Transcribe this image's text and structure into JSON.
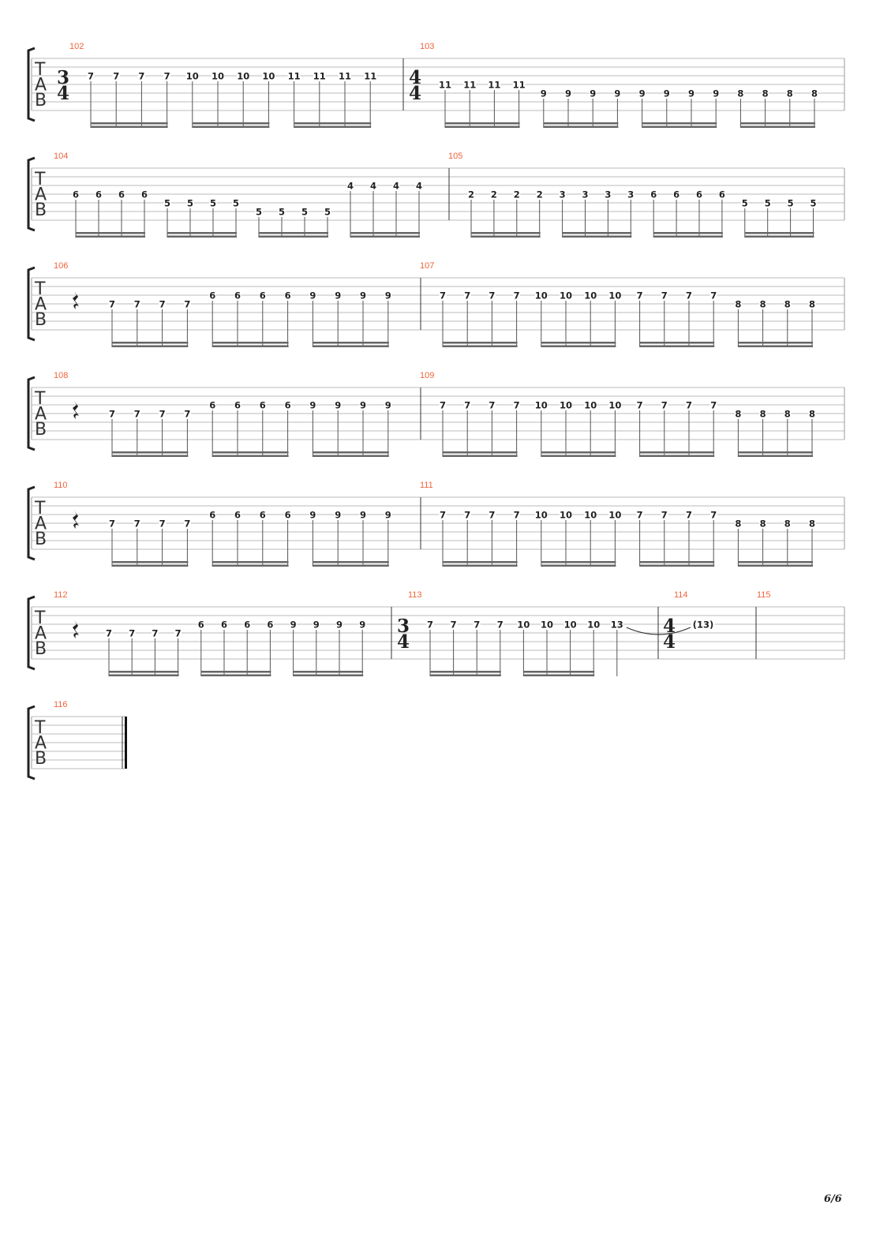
{
  "tab_clef": [
    "T",
    "A",
    "B"
  ],
  "page_number": "6/6",
  "colors": {
    "measure_number": "#f0643c",
    "staff": "#bbbbbb",
    "ink": "#222222"
  },
  "systems": [
    {
      "measures": [
        {
          "number": "102",
          "time_sig": [
            "3",
            "4"
          ],
          "rest": false,
          "beam_groups": [
            4,
            4,
            4
          ],
          "notes": [
            {
              "string": 3,
              "fret": "7"
            },
            {
              "string": 3,
              "fret": "7"
            },
            {
              "string": 3,
              "fret": "7"
            },
            {
              "string": 3,
              "fret": "7"
            },
            {
              "string": 3,
              "fret": "10"
            },
            {
              "string": 3,
              "fret": "10"
            },
            {
              "string": 3,
              "fret": "10"
            },
            {
              "string": 3,
              "fret": "10"
            },
            {
              "string": 3,
              "fret": "11"
            },
            {
              "string": 3,
              "fret": "11"
            },
            {
              "string": 3,
              "fret": "11"
            },
            {
              "string": 3,
              "fret": "11"
            }
          ]
        },
        {
          "number": "103",
          "time_sig": [
            "4",
            "4"
          ],
          "rest": false,
          "beam_groups": [
            4,
            4,
            4,
            4
          ],
          "notes": [
            {
              "string": 4,
              "fret": "11"
            },
            {
              "string": 4,
              "fret": "11"
            },
            {
              "string": 4,
              "fret": "11"
            },
            {
              "string": 4,
              "fret": "11"
            },
            {
              "string": 5,
              "fret": "9"
            },
            {
              "string": 5,
              "fret": "9"
            },
            {
              "string": 5,
              "fret": "9"
            },
            {
              "string": 5,
              "fret": "9"
            },
            {
              "string": 5,
              "fret": "9"
            },
            {
              "string": 5,
              "fret": "9"
            },
            {
              "string": 5,
              "fret": "9"
            },
            {
              "string": 5,
              "fret": "9"
            },
            {
              "string": 5,
              "fret": "8"
            },
            {
              "string": 5,
              "fret": "8"
            },
            {
              "string": 5,
              "fret": "8"
            },
            {
              "string": 5,
              "fret": "8"
            }
          ]
        }
      ]
    },
    {
      "measures": [
        {
          "number": "104",
          "time_sig": null,
          "rest": false,
          "beam_groups": [
            4,
            4,
            4,
            4
          ],
          "notes": [
            {
              "string": 4,
              "fret": "6"
            },
            {
              "string": 4,
              "fret": "6"
            },
            {
              "string": 4,
              "fret": "6"
            },
            {
              "string": 4,
              "fret": "6"
            },
            {
              "string": 5,
              "fret": "5"
            },
            {
              "string": 5,
              "fret": "5"
            },
            {
              "string": 5,
              "fret": "5"
            },
            {
              "string": 5,
              "fret": "5"
            },
            {
              "string": 6,
              "fret": "5"
            },
            {
              "string": 6,
              "fret": "5"
            },
            {
              "string": 6,
              "fret": "5"
            },
            {
              "string": 6,
              "fret": "5"
            },
            {
              "string": 3,
              "fret": "4"
            },
            {
              "string": 3,
              "fret": "4"
            },
            {
              "string": 3,
              "fret": "4"
            },
            {
              "string": 3,
              "fret": "4"
            }
          ]
        },
        {
          "number": "105",
          "time_sig": null,
          "rest": false,
          "beam_groups": [
            4,
            4,
            4,
            4
          ],
          "notes": [
            {
              "string": 4,
              "fret": "2"
            },
            {
              "string": 4,
              "fret": "2"
            },
            {
              "string": 4,
              "fret": "2"
            },
            {
              "string": 4,
              "fret": "2"
            },
            {
              "string": 4,
              "fret": "3"
            },
            {
              "string": 4,
              "fret": "3"
            },
            {
              "string": 4,
              "fret": "3"
            },
            {
              "string": 4,
              "fret": "3"
            },
            {
              "string": 4,
              "fret": "6"
            },
            {
              "string": 4,
              "fret": "6"
            },
            {
              "string": 4,
              "fret": "6"
            },
            {
              "string": 4,
              "fret": "6"
            },
            {
              "string": 5,
              "fret": "5"
            },
            {
              "string": 5,
              "fret": "5"
            },
            {
              "string": 5,
              "fret": "5"
            },
            {
              "string": 5,
              "fret": "5"
            }
          ]
        }
      ]
    },
    {
      "measures": [
        {
          "number": "106",
          "time_sig": null,
          "rest": true,
          "beam_groups": [
            4,
            4,
            4
          ],
          "notes": [
            {
              "string": 4,
              "fret": "7"
            },
            {
              "string": 4,
              "fret": "7"
            },
            {
              "string": 4,
              "fret": "7"
            },
            {
              "string": 4,
              "fret": "7"
            },
            {
              "string": 3,
              "fret": "6"
            },
            {
              "string": 3,
              "fret": "6"
            },
            {
              "string": 3,
              "fret": "6"
            },
            {
              "string": 3,
              "fret": "6"
            },
            {
              "string": 3,
              "fret": "9"
            },
            {
              "string": 3,
              "fret": "9"
            },
            {
              "string": 3,
              "fret": "9"
            },
            {
              "string": 3,
              "fret": "9"
            }
          ]
        },
        {
          "number": "107",
          "time_sig": null,
          "rest": false,
          "beam_groups": [
            4,
            4,
            4,
            4
          ],
          "notes": [
            {
              "string": 3,
              "fret": "7"
            },
            {
              "string": 3,
              "fret": "7"
            },
            {
              "string": 3,
              "fret": "7"
            },
            {
              "string": 3,
              "fret": "7"
            },
            {
              "string": 3,
              "fret": "10"
            },
            {
              "string": 3,
              "fret": "10"
            },
            {
              "string": 3,
              "fret": "10"
            },
            {
              "string": 3,
              "fret": "10"
            },
            {
              "string": 3,
              "fret": "7"
            },
            {
              "string": 3,
              "fret": "7"
            },
            {
              "string": 3,
              "fret": "7"
            },
            {
              "string": 3,
              "fret": "7"
            },
            {
              "string": 4,
              "fret": "8"
            },
            {
              "string": 4,
              "fret": "8"
            },
            {
              "string": 4,
              "fret": "8"
            },
            {
              "string": 4,
              "fret": "8"
            }
          ]
        }
      ]
    },
    {
      "measures": [
        {
          "number": "108",
          "time_sig": null,
          "rest": true,
          "beam_groups": [
            4,
            4,
            4
          ],
          "notes": [
            {
              "string": 4,
              "fret": "7"
            },
            {
              "string": 4,
              "fret": "7"
            },
            {
              "string": 4,
              "fret": "7"
            },
            {
              "string": 4,
              "fret": "7"
            },
            {
              "string": 3,
              "fret": "6"
            },
            {
              "string": 3,
              "fret": "6"
            },
            {
              "string": 3,
              "fret": "6"
            },
            {
              "string": 3,
              "fret": "6"
            },
            {
              "string": 3,
              "fret": "9"
            },
            {
              "string": 3,
              "fret": "9"
            },
            {
              "string": 3,
              "fret": "9"
            },
            {
              "string": 3,
              "fret": "9"
            }
          ]
        },
        {
          "number": "109",
          "time_sig": null,
          "rest": false,
          "beam_groups": [
            4,
            4,
            4,
            4
          ],
          "notes": [
            {
              "string": 3,
              "fret": "7"
            },
            {
              "string": 3,
              "fret": "7"
            },
            {
              "string": 3,
              "fret": "7"
            },
            {
              "string": 3,
              "fret": "7"
            },
            {
              "string": 3,
              "fret": "10"
            },
            {
              "string": 3,
              "fret": "10"
            },
            {
              "string": 3,
              "fret": "10"
            },
            {
              "string": 3,
              "fret": "10"
            },
            {
              "string": 3,
              "fret": "7"
            },
            {
              "string": 3,
              "fret": "7"
            },
            {
              "string": 3,
              "fret": "7"
            },
            {
              "string": 3,
              "fret": "7"
            },
            {
              "string": 4,
              "fret": "8"
            },
            {
              "string": 4,
              "fret": "8"
            },
            {
              "string": 4,
              "fret": "8"
            },
            {
              "string": 4,
              "fret": "8"
            }
          ]
        }
      ]
    },
    {
      "measures": [
        {
          "number": "110",
          "time_sig": null,
          "rest": true,
          "beam_groups": [
            4,
            4,
            4
          ],
          "notes": [
            {
              "string": 4,
              "fret": "7"
            },
            {
              "string": 4,
              "fret": "7"
            },
            {
              "string": 4,
              "fret": "7"
            },
            {
              "string": 4,
              "fret": "7"
            },
            {
              "string": 3,
              "fret": "6"
            },
            {
              "string": 3,
              "fret": "6"
            },
            {
              "string": 3,
              "fret": "6"
            },
            {
              "string": 3,
              "fret": "6"
            },
            {
              "string": 3,
              "fret": "9"
            },
            {
              "string": 3,
              "fret": "9"
            },
            {
              "string": 3,
              "fret": "9"
            },
            {
              "string": 3,
              "fret": "9"
            }
          ]
        },
        {
          "number": "111",
          "time_sig": null,
          "rest": false,
          "beam_groups": [
            4,
            4,
            4,
            4
          ],
          "notes": [
            {
              "string": 3,
              "fret": "7"
            },
            {
              "string": 3,
              "fret": "7"
            },
            {
              "string": 3,
              "fret": "7"
            },
            {
              "string": 3,
              "fret": "7"
            },
            {
              "string": 3,
              "fret": "10"
            },
            {
              "string": 3,
              "fret": "10"
            },
            {
              "string": 3,
              "fret": "10"
            },
            {
              "string": 3,
              "fret": "10"
            },
            {
              "string": 3,
              "fret": "7"
            },
            {
              "string": 3,
              "fret": "7"
            },
            {
              "string": 3,
              "fret": "7"
            },
            {
              "string": 3,
              "fret": "7"
            },
            {
              "string": 4,
              "fret": "8"
            },
            {
              "string": 4,
              "fret": "8"
            },
            {
              "string": 4,
              "fret": "8"
            },
            {
              "string": 4,
              "fret": "8"
            }
          ]
        }
      ]
    },
    {
      "measures": [
        {
          "number": "112",
          "time_sig": null,
          "rest": true,
          "beam_groups": [
            4,
            4,
            4
          ],
          "notes": [
            {
              "string": 4,
              "fret": "7"
            },
            {
              "string": 4,
              "fret": "7"
            },
            {
              "string": 4,
              "fret": "7"
            },
            {
              "string": 4,
              "fret": "7"
            },
            {
              "string": 3,
              "fret": "6"
            },
            {
              "string": 3,
              "fret": "6"
            },
            {
              "string": 3,
              "fret": "6"
            },
            {
              "string": 3,
              "fret": "6"
            },
            {
              "string": 3,
              "fret": "9"
            },
            {
              "string": 3,
              "fret": "9"
            },
            {
              "string": 3,
              "fret": "9"
            },
            {
              "string": 3,
              "fret": "9"
            }
          ]
        },
        {
          "number": "113",
          "time_sig": [
            "3",
            "4"
          ],
          "rest": false,
          "beam_groups": [
            4,
            4,
            1
          ],
          "notes": [
            {
              "string": 3,
              "fret": "7"
            },
            {
              "string": 3,
              "fret": "7"
            },
            {
              "string": 3,
              "fret": "7"
            },
            {
              "string": 3,
              "fret": "7"
            },
            {
              "string": 3,
              "fret": "10"
            },
            {
              "string": 3,
              "fret": "10"
            },
            {
              "string": 3,
              "fret": "10"
            },
            {
              "string": 3,
              "fret": "10"
            },
            {
              "string": 3,
              "fret": "13",
              "tie_start": true
            }
          ]
        },
        {
          "number": "114",
          "time_sig": [
            "4",
            "4"
          ],
          "rest": false,
          "beam_groups": [],
          "notes": [
            {
              "string": 3,
              "fret": "(13)",
              "tied": true
            }
          ]
        },
        {
          "number": "115",
          "time_sig": null,
          "rest": false,
          "beam_groups": [],
          "notes": []
        }
      ]
    },
    {
      "measures": [
        {
          "number": "116",
          "time_sig": null,
          "rest": false,
          "beam_groups": [],
          "notes": [],
          "final": true
        }
      ]
    }
  ]
}
